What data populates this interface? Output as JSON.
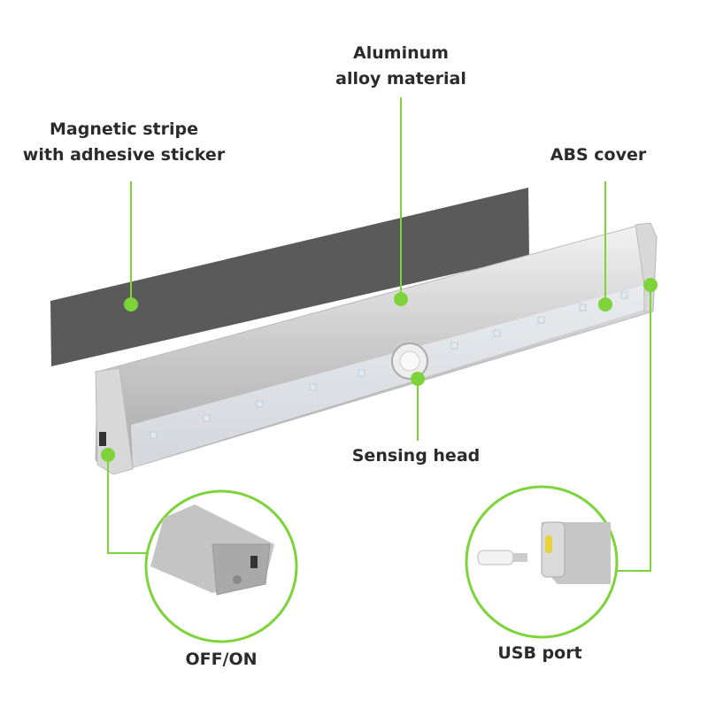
{
  "labels": {
    "aluminum_line1": "Aluminum",
    "aluminum_line2": "alloy material",
    "magnetic_line1": "Magnetic stripe",
    "magnetic_line2": "with adhesive sticker",
    "abs_cover": "ABS cover",
    "sensing_head": "Sensing head",
    "off_on": "OFF/ON",
    "usb_port": "USB port"
  },
  "colors": {
    "accent": "#7ed33a",
    "plate": "#5a5a5a",
    "text": "#2b2b2b"
  }
}
